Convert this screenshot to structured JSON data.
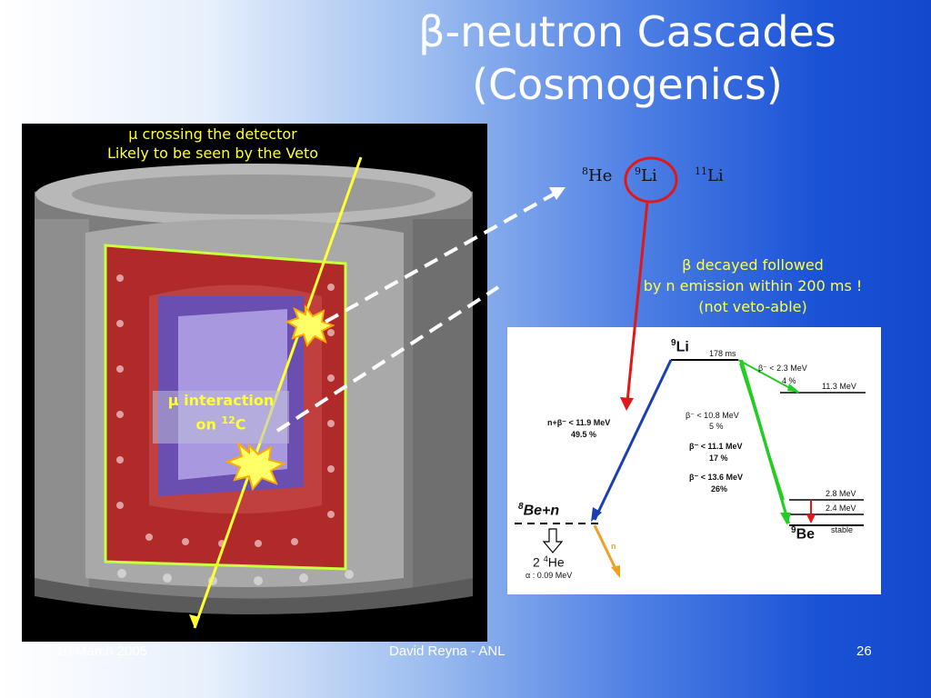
{
  "title": {
    "line1": "β-neutron Cascades",
    "line2": "(Cosmogenics)"
  },
  "detector": {
    "mu_caption_line1": "μ crossing the detector",
    "mu_caption_line2": "Likely to be seen by the Veto",
    "interaction_line1": "μ interaction",
    "interaction_on": "on ",
    "interaction_mass": "12",
    "interaction_element": "C"
  },
  "isotopes": [
    {
      "mass": "8",
      "element": "He"
    },
    {
      "mass": "9",
      "element": "Li"
    },
    {
      "mass": "11",
      "element": "Li"
    }
  ],
  "decay_caption": {
    "line1": "β decayed followed",
    "line2": "by n emission within 200 ms !",
    "line3": "(not veto-able)"
  },
  "level_diagram": {
    "parent_mass": "9",
    "parent_element": "Li",
    "half_life": "178 ms",
    "branch_23": "β⁻ < 2.3 MeV",
    "branch_23_pct": "4 %",
    "level_113": "11.3 MeV",
    "branch_108": "β⁻ < 10.8 MeV",
    "branch_108_pct": "5 %",
    "branch_111": "β⁻ < 11.1 MeV",
    "branch_111_pct": "17 %",
    "branch_136": "β⁻ < 13.6 MeV",
    "branch_136_pct": "26%",
    "branch_119": "n+β⁻ < 11.9 MeV",
    "branch_119_pct": "49.5 %",
    "level_28": "2.8 MeV",
    "level_24": "2.4 MeV",
    "stable": "stable",
    "be9_mass": "9",
    "be9_element": "Be",
    "be8n_mass": "8",
    "be8n_label": "Be+n",
    "neutron": "n",
    "he_count": "2",
    "he_mass": "4",
    "he_element": "He",
    "alpha": "α : 0.09 MeV"
  },
  "footer": {
    "date": "10 March 2005",
    "author": "David Reyna - ANL",
    "page": "26"
  },
  "colors": {
    "highlight_yellow": "#ffff33",
    "circle_red": "#e01818",
    "branch_blue": "#1a3fb0",
    "branch_green": "#22cc22",
    "neutron_orange": "#f0a020"
  }
}
